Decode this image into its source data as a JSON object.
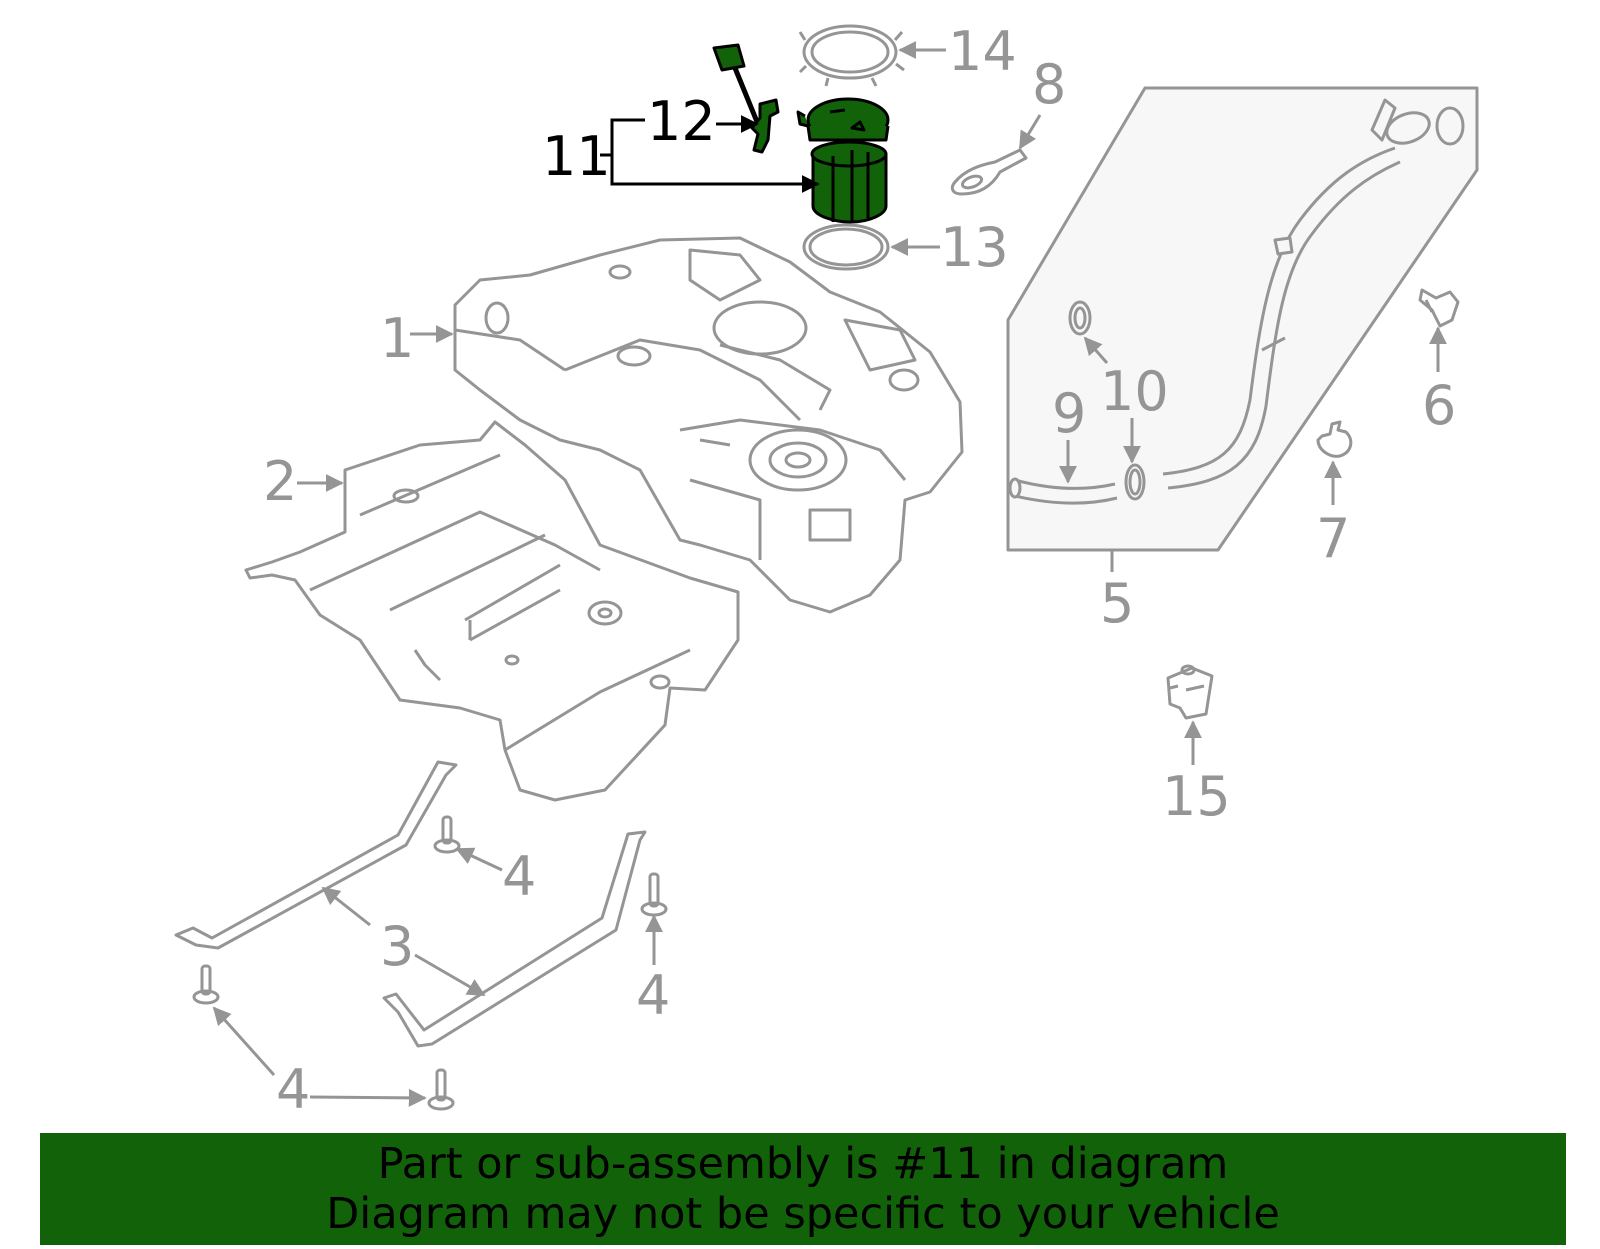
{
  "diagram": {
    "callouts": {
      "c1": "1",
      "c2": "2",
      "c3": "3",
      "c4a": "4",
      "c4b": "4",
      "c4c": "4",
      "c5": "5",
      "c6": "6",
      "c7": "7",
      "c8": "8",
      "c9": "9",
      "c10": "10",
      "c11": "11",
      "c12": "12",
      "c13": "13",
      "c14": "14",
      "c15": "15"
    },
    "highlighted_part": "11",
    "colors": {
      "part_line": "#959595",
      "highlight_fill": "#12620a",
      "highlight_line": "#000000",
      "banner_bg": "#12620a"
    }
  },
  "banner": {
    "line1": "Part or sub-assembly is #11 in diagram",
    "line2": "Diagram may not be specific to your vehicle"
  }
}
